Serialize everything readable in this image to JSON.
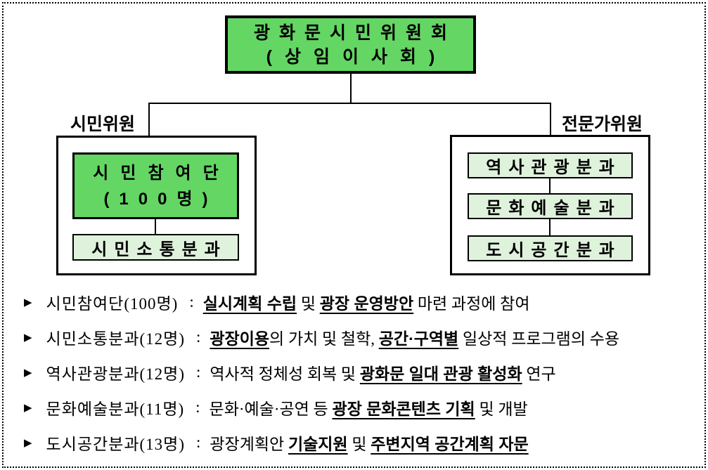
{
  "colors": {
    "green": "#64d664",
    "pale": "#dff2dc",
    "line": "#000000"
  },
  "org_chart": {
    "root": {
      "line1": "광화문시민위원회",
      "line2": "(상임이사회)"
    },
    "left_group": {
      "label": "시민위원",
      "main_box": {
        "line1": "시민참여단",
        "line2": "(100명)"
      },
      "sub_boxes": [
        "시민소통분과"
      ]
    },
    "right_group": {
      "label": "전문가위원",
      "sub_boxes": [
        "역사관광분과",
        "문화예술분과",
        "도시공간분과"
      ]
    }
  },
  "bullet_list": {
    "bullet": "▶",
    "separator": ":",
    "items": [
      {
        "title": "시민참여단(100명)",
        "segments": [
          {
            "text": "실시계획 수립",
            "emph": true
          },
          {
            "text": " 및 ",
            "emph": false
          },
          {
            "text": "광장 운영방안",
            "emph": true
          },
          {
            "text": " 마련 과정에 참여",
            "emph": false
          }
        ]
      },
      {
        "title": "시민소통분과(12명)",
        "segments": [
          {
            "text": "광장이용",
            "emph": true
          },
          {
            "text": "의 가치 및 철학, ",
            "emph": false
          },
          {
            "text": "공간·구역별",
            "emph": true
          },
          {
            "text": " 일상적 프로그램의 수용",
            "emph": false
          }
        ]
      },
      {
        "title": "역사관광분과(12명)",
        "segments": [
          {
            "text": "역사적 정체성 회복 및 ",
            "emph": false
          },
          {
            "text": "광화문 일대 관광 활성화",
            "emph": true
          },
          {
            "text": " 연구",
            "emph": false
          }
        ]
      },
      {
        "title": "문화예술분과(11명)",
        "segments": [
          {
            "text": "문화·예술·공연 등 ",
            "emph": false
          },
          {
            "text": "광장 문화콘텐츠 기획",
            "emph": true
          },
          {
            "text": " 및 개발",
            "emph": false
          }
        ]
      },
      {
        "title": "도시공간분과(13명)",
        "segments": [
          {
            "text": "광장계획안 ",
            "emph": false
          },
          {
            "text": "기술지원",
            "emph": true
          },
          {
            "text": " 및 ",
            "emph": false
          },
          {
            "text": "주변지역 공간계획 자문",
            "emph": true
          }
        ]
      }
    ]
  }
}
